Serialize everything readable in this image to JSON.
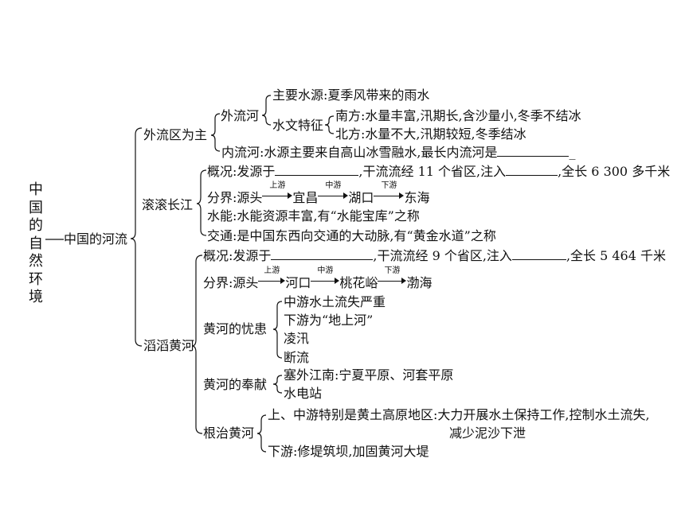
{
  "root": "中国的自然环境",
  "topic": "中国的河流",
  "waiLiuQu": {
    "label": "外流区为主",
    "waiLiuHe": {
      "label": "外流河",
      "source": "主要水源:夏季风带来的雨水",
      "hydro": {
        "label": "水文特征",
        "south": "南方:水量丰富,汛期长,含沙量小,冬季不结冰",
        "north": "北方:水量不大,汛期较短,冬季结冰"
      }
    },
    "neiLiuHe": "内流河:水源主要来自高山冰雪融水,最长内流河是",
    "neiLiuHeTail": "_"
  },
  "changjiang": {
    "label": "滚滚长江",
    "overview": {
      "prefix": "概况:发源于",
      "mid": ",干流流经 11 个省区,注入",
      "suffix": ",全长 6 300 多千米"
    },
    "divide": {
      "prefix": "分界:源头",
      "arrow1": "上游",
      "p1": "宜昌",
      "arrow2": "中游",
      "p2": "湖口",
      "arrow3": "下游",
      "p3": "东海"
    },
    "power": "水能:水能资源丰富,有“水能宝库”之称",
    "traffic": "交通:是中国东西向交通的大动脉,有“黄金水道”之称"
  },
  "huanghe": {
    "label": "滔滔黄河",
    "overview": {
      "prefix": "概况:发源于",
      "mid": ",干流流经 9 个省区,注入",
      "suffix": ",全长 5 464 千米"
    },
    "divide": {
      "prefix": "分界:源头",
      "arrow1": "上游",
      "p1": "河口",
      "arrow2": "中游",
      "p2": "桃花峪",
      "arrow3": "下游",
      "p3": "渤海"
    },
    "worries": {
      "label": "黄河的忧患",
      "items": [
        "中游水土流失严重",
        "下游为“地上河”",
        "凌汛",
        "断流"
      ]
    },
    "contribution": {
      "label": "黄河的奉献",
      "items": [
        "塞外江南:宁夏平原、河套平原",
        "水电站"
      ]
    },
    "governance": {
      "label": "根治黄河",
      "upper1": "上、中游特别是黄土高原地区:大力开展水土保持工作,控制水土流失,",
      "upper2": "减少泥沙下泄",
      "lower": "下游:修堤筑坝,加固黄河大堤"
    }
  }
}
